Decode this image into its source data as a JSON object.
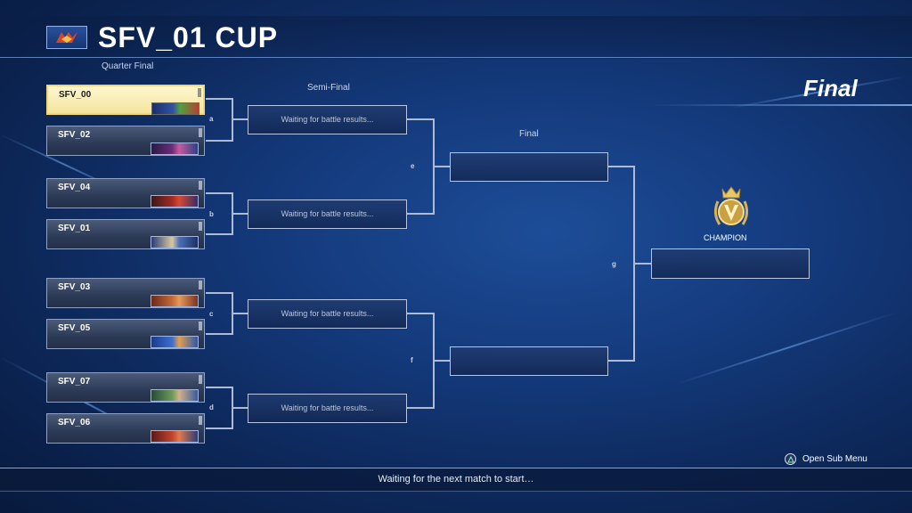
{
  "header": {
    "title": "SFV_01 CUP",
    "logo_icon": "sfv-logo-icon"
  },
  "rounds": {
    "quarter_final": "Quarter Final",
    "semi_final": "Semi-Final",
    "final_small": "Final",
    "final_big": "Final"
  },
  "players": [
    {
      "name": "SFV_00",
      "selected": true
    },
    {
      "name": "SFV_02",
      "selected": false
    },
    {
      "name": "SFV_04",
      "selected": false
    },
    {
      "name": "SFV_01",
      "selected": false
    },
    {
      "name": "SFV_03",
      "selected": false
    },
    {
      "name": "SFV_05",
      "selected": false
    },
    {
      "name": "SFV_07",
      "selected": false
    },
    {
      "name": "SFV_06",
      "selected": false
    }
  ],
  "match_letters": {
    "a": "a",
    "b": "b",
    "c": "c",
    "d": "d",
    "e": "e",
    "f": "f",
    "g": "g"
  },
  "semi_boxes": [
    {
      "text": "Waiting for battle results..."
    },
    {
      "text": "Waiting for battle results..."
    },
    {
      "text": "Waiting for battle results..."
    },
    {
      "text": "Waiting for battle results..."
    }
  ],
  "champion": {
    "label": "CHAMPION",
    "icon": "crown-v-emblem-icon"
  },
  "footer": {
    "status": "Waiting for the next match to start…",
    "submenu_label": "Open Sub Menu",
    "submenu_icon": "triangle-button-icon"
  },
  "colors": {
    "accent_gold": "#f4d774",
    "bg_blue": "#143a7c"
  }
}
